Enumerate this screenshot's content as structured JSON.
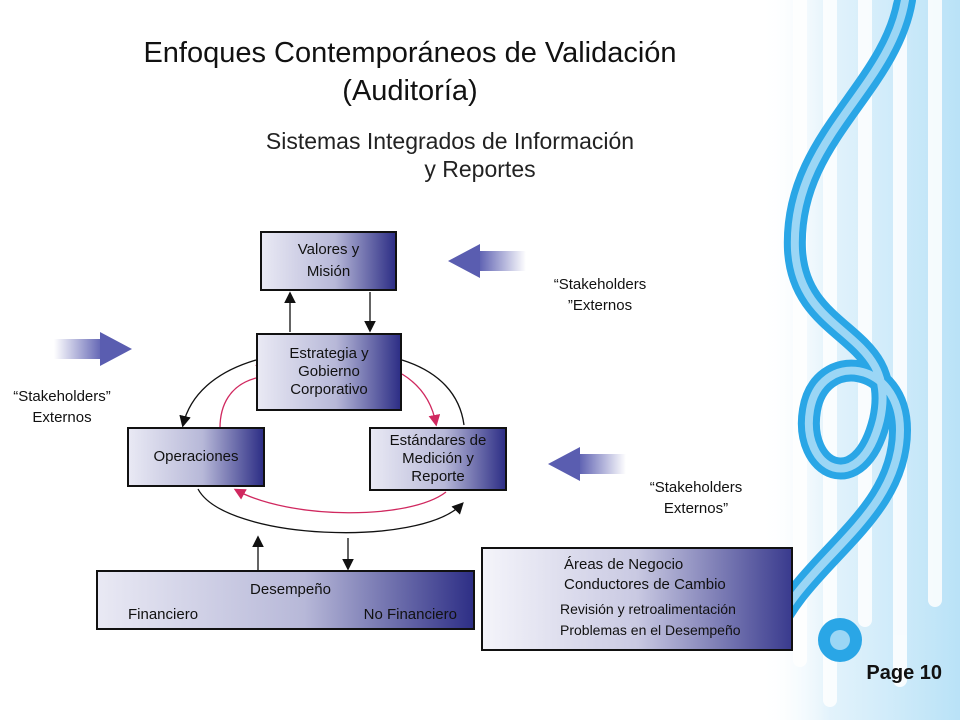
{
  "slide": {
    "title_line1": "Enfoques Contemporáneos  de Validación",
    "title_line2": "(Auditoría)",
    "subtitle_line1": "Sistemas Integrados de Información",
    "subtitle_line2": "y Reportes",
    "page_label": "Page 10"
  },
  "boxes": {
    "valores": [
      "Valores y",
      "Misión"
    ],
    "estrategia": [
      "Estrategia y",
      "Gobierno",
      "Corporativo"
    ],
    "operaciones": [
      "Operaciones"
    ],
    "estandares": [
      "Estándares de",
      "Medición y",
      "Reporte"
    ],
    "desempeno_title": "Desempeño",
    "desempeno_left": "Financiero",
    "desempeno_right": "No Financiero"
  },
  "stakeholders": {
    "top_right": [
      "“Stakeholders",
      "”Externos"
    ],
    "left": [
      "“Stakeholders”",
      "Externos"
    ],
    "bottom_right": [
      "“Stakeholders",
      "Externos”"
    ]
  },
  "legend": {
    "areas": "Áreas de Negocio",
    "conductores": "Conductores de Cambio",
    "revision": "Revisión y retroalimentación",
    "problemas": "Problemas en el Desempeño"
  },
  "colors": {
    "box_dark": "#2e2f86",
    "feedback_arrow": "#d0285f",
    "swirl_blue": "#2aa6e6"
  }
}
